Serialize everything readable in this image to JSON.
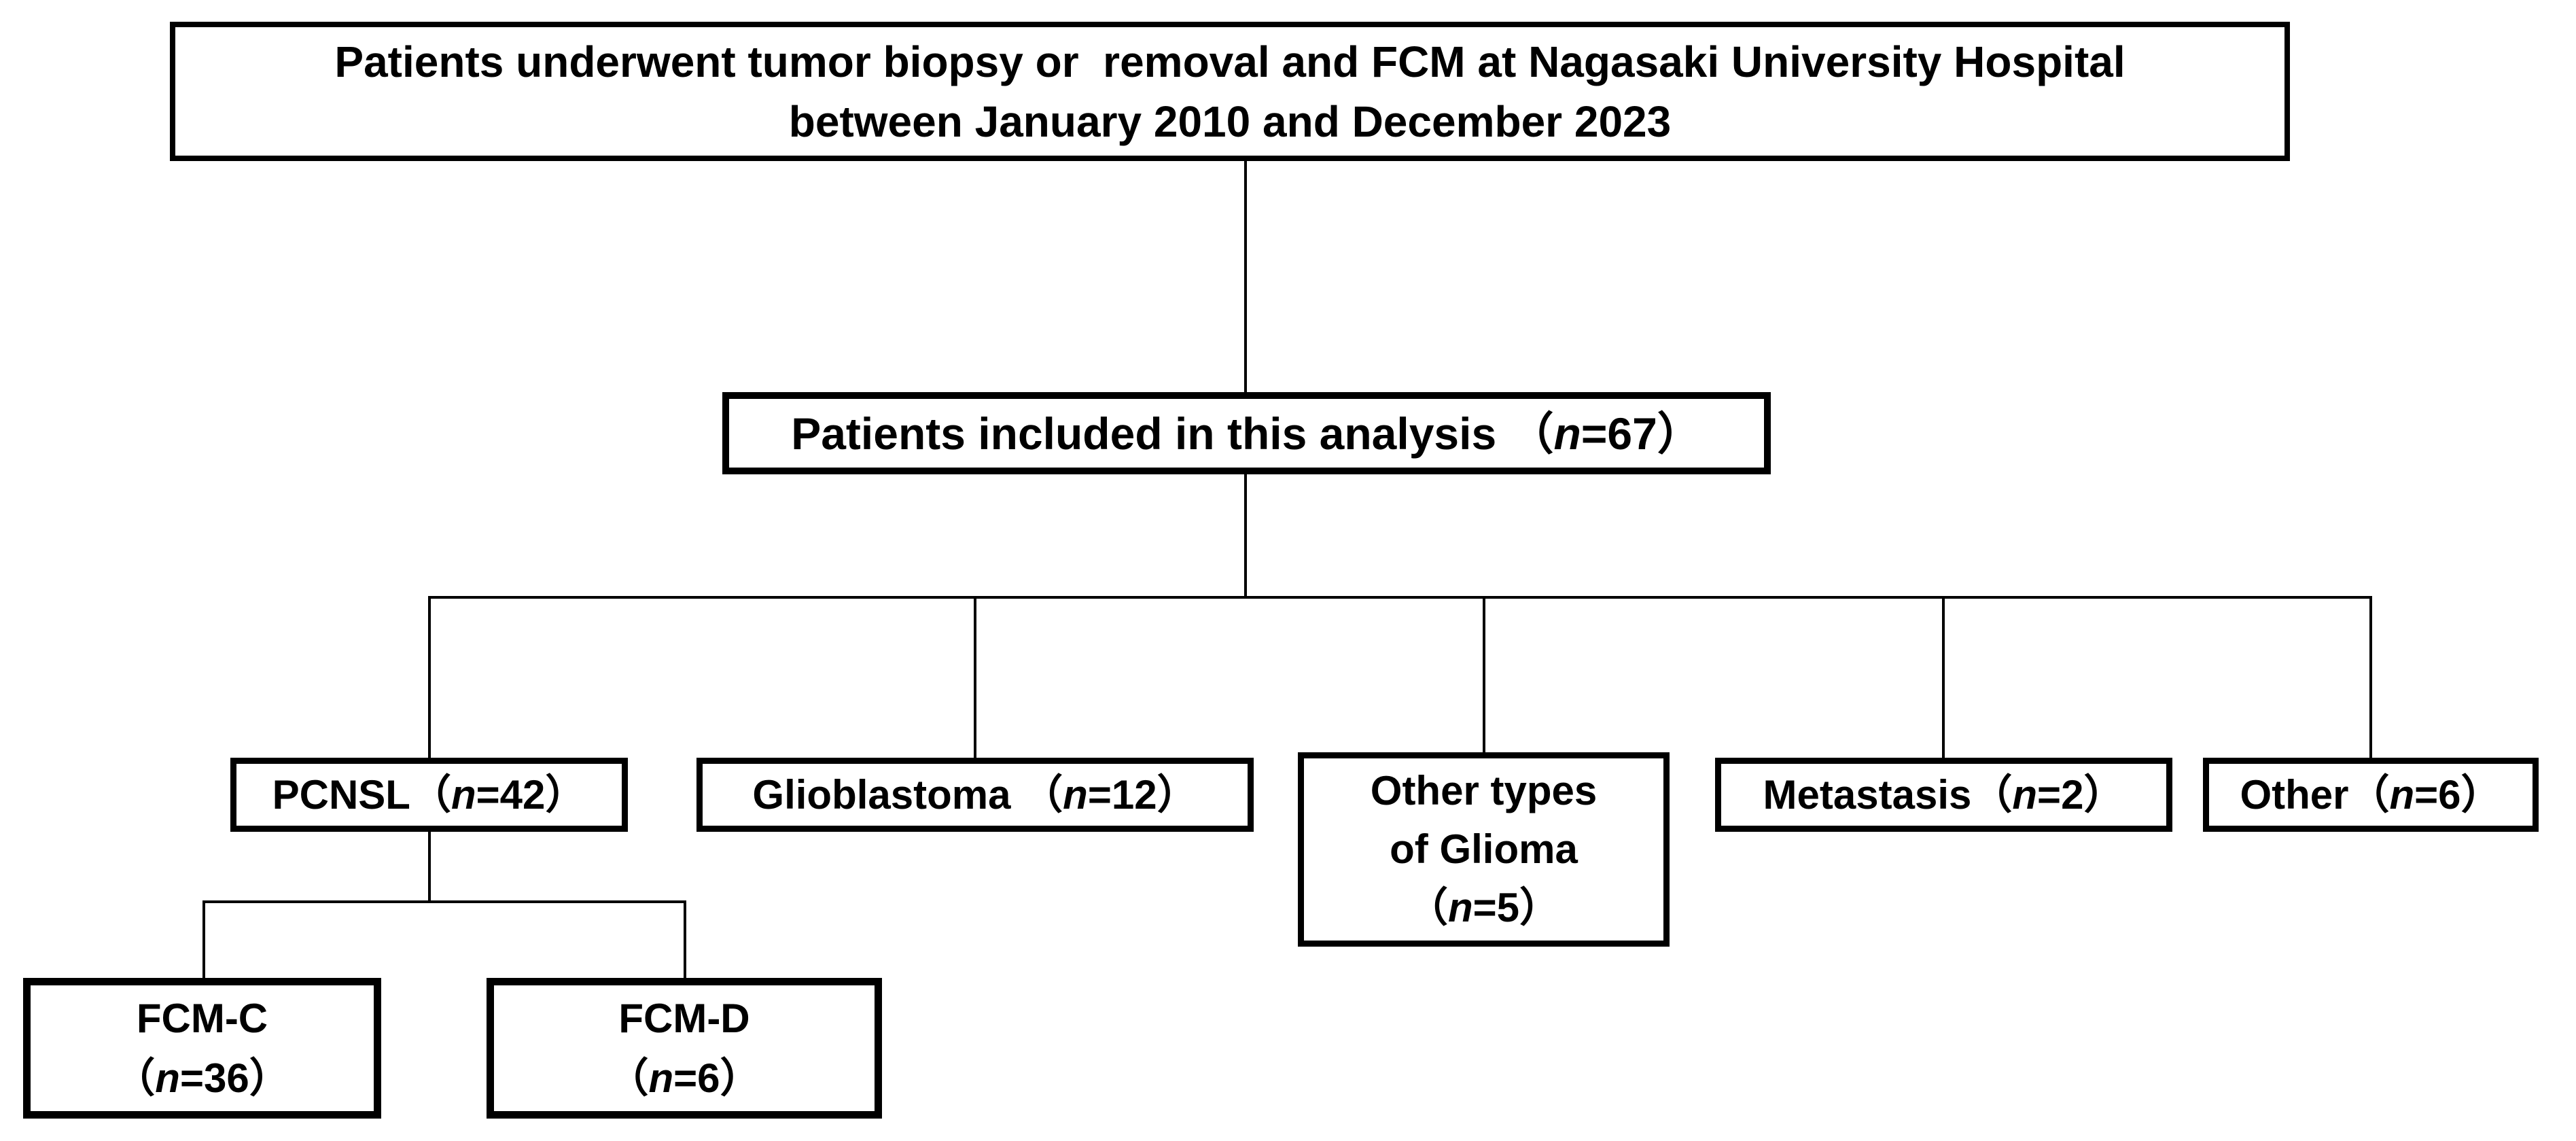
{
  "diagram": {
    "title_box": {
      "line1": "Patients underwent tumor biopsy or  removal and FCM at Nagasaki University Hospital",
      "line2": "between January 2010 and December 2023"
    },
    "analysis_box": {
      "pre": "Patients included in this analysis （",
      "n": "n",
      "post": "=67）"
    },
    "branches": {
      "pcnsl": {
        "pre": "PCNSL（",
        "n": "n",
        "post": "=42）"
      },
      "glioblastoma": {
        "pre": "Glioblastoma （",
        "n": "n",
        "post": "=12）"
      },
      "other_glioma": {
        "line1": "Other types",
        "line2": "of Glioma",
        "pre": "（",
        "n": "n",
        "post": "=5）"
      },
      "metastasis": {
        "pre": "Metastasis（",
        "n": "n",
        "post": "=2）"
      },
      "other": {
        "pre": "Other（",
        "n": "n",
        "post": "=6）"
      }
    },
    "fcm_subgroups": {
      "fcm_c": {
        "line1": "FCM-C",
        "pre": "（",
        "n": "n",
        "post": "=36）"
      },
      "fcm_d": {
        "line1": "FCM-D",
        "pre": "（",
        "n": "n",
        "post": "=6）"
      }
    },
    "colors": {
      "box_border": "#000000",
      "box_background": "#ffffff",
      "text": "#000000",
      "connector": "#000000"
    }
  }
}
